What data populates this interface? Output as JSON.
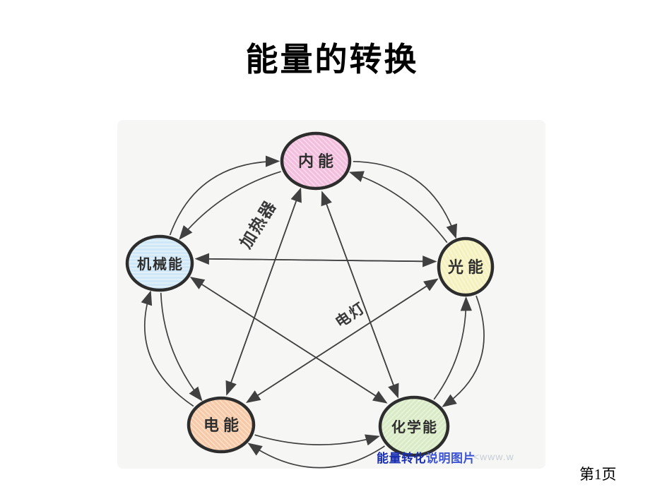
{
  "slide": {
    "title": "能量的转换",
    "page_number": "第1页",
    "caption_bold": "能量转化",
    "caption_rest": "说明图片",
    "watermark": "<www.w",
    "colors": {
      "caption_bold": "#1a2eb0",
      "caption_rest": "#3d55d4",
      "watermark": "#c7ccd6",
      "title": "#000000"
    }
  },
  "diagram": {
    "arrow_color": "#404040",
    "node_stroke": "#2d2d2d",
    "node_label_color": "#2f2f2f",
    "edge_label_color": "#3a3a3a",
    "scan_bg": "#f6f7f5",
    "nodes": [
      {
        "id": "neng",
        "label": "内能",
        "fill": "#f3bedd"
      },
      {
        "id": "jixie",
        "label": "机械能",
        "fill": "#cfe7f6"
      },
      {
        "id": "guang",
        "label": "光能",
        "fill": "#f5f1bd"
      },
      {
        "id": "dian",
        "label": "电能",
        "fill": "#f7c9a6"
      },
      {
        "id": "huaxue",
        "label": "化学能",
        "fill": "#d9ebc5"
      }
    ],
    "edges": [
      {
        "from": "jixie",
        "to": "neng",
        "kind": "arc"
      },
      {
        "from": "neng",
        "to": "jixie",
        "kind": "arc"
      },
      {
        "from": "neng",
        "to": "guang",
        "kind": "arc"
      },
      {
        "from": "guang",
        "to": "neng",
        "kind": "arc"
      },
      {
        "from": "guang",
        "to": "huaxue",
        "kind": "arc"
      },
      {
        "from": "huaxue",
        "to": "guang",
        "kind": "arc"
      },
      {
        "from": "huaxue",
        "to": "dian",
        "kind": "arc"
      },
      {
        "from": "dian",
        "to": "huaxue",
        "kind": "arc"
      },
      {
        "from": "dian",
        "to": "jixie",
        "kind": "arc"
      },
      {
        "from": "jixie",
        "to": "dian",
        "kind": "arc"
      },
      {
        "from": "dian",
        "to": "neng",
        "kind": "line",
        "label": "加热器"
      },
      {
        "from": "neng",
        "to": "dian",
        "kind": "line"
      },
      {
        "from": "huaxue",
        "to": "neng",
        "kind": "line"
      },
      {
        "from": "neng",
        "to": "huaxue",
        "kind": "line"
      },
      {
        "from": "jixie",
        "to": "guang",
        "kind": "line"
      },
      {
        "from": "guang",
        "to": "jixie",
        "kind": "line"
      },
      {
        "from": "dian",
        "to": "guang",
        "kind": "line",
        "label": "电灯"
      },
      {
        "from": "guang",
        "to": "dian",
        "kind": "line"
      },
      {
        "from": "jixie",
        "to": "huaxue",
        "kind": "line"
      },
      {
        "from": "huaxue",
        "to": "jixie",
        "kind": "line"
      }
    ]
  }
}
